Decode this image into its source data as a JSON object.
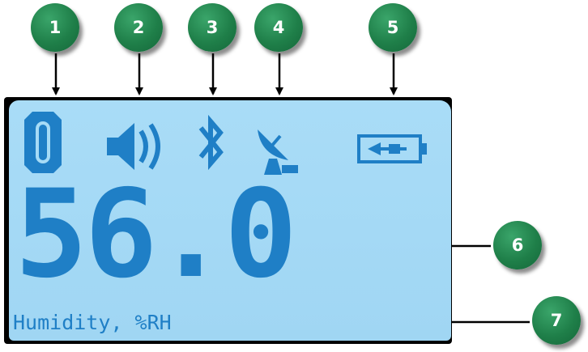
{
  "callouts": [
    "1",
    "2",
    "3",
    "4",
    "5",
    "6",
    "7"
  ],
  "display": {
    "reading": "56.0",
    "unit_label": "Humidity, %RH",
    "icons": [
      "mode-indicator-icon",
      "speaker-icon",
      "bluetooth-icon",
      "satellite-dish-icon",
      "battery-charging-icon"
    ]
  },
  "colors": {
    "lcd_background": "#a6dbf6",
    "lcd_segment": "#1f7fc6",
    "callout": "#1f7f49"
  }
}
